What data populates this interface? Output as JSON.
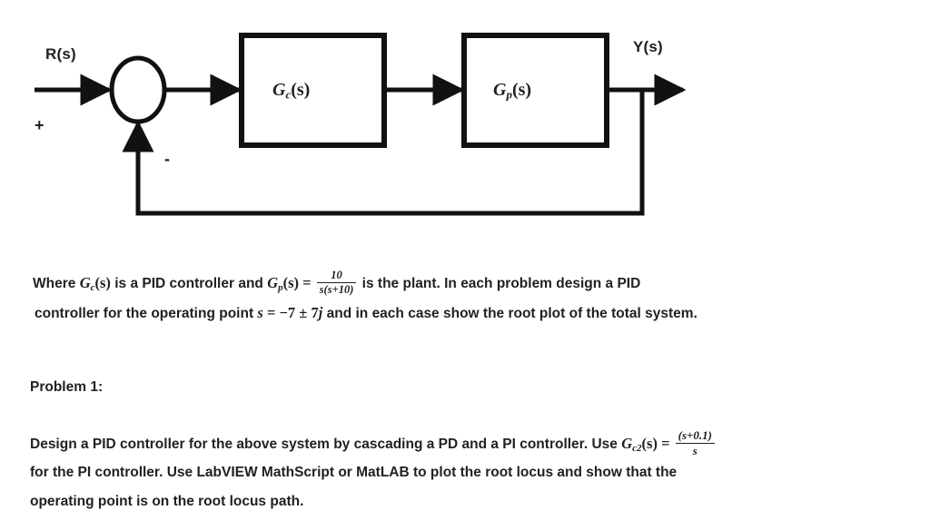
{
  "diagram": {
    "name": "feedback-control-block-diagram",
    "input_label": "R(s)",
    "output_label": "Y(s)",
    "sum_plus_sign": "+",
    "sum_minus_sign": "-",
    "blocks": [
      {
        "id": "controller",
        "label_main": "G",
        "label_sub": "c",
        "label_arg": "(s)"
      },
      {
        "id": "plant",
        "label_main": "G",
        "label_sub": "p",
        "label_arg": "(s)"
      }
    ]
  },
  "prose": {
    "where_line1": {
      "seg1": "Where ",
      "gc_main": "G",
      "gc_sub": "c",
      "gc_arg": "(s)",
      "seg2": " is a PID controller and ",
      "gp_main": "G",
      "gp_sub": "p",
      "gp_arg": "(s)",
      "equals": " = ",
      "frac_num": "10",
      "frac_den": "s(s+10)",
      "seg3": " is the plant.  In each problem design a PID"
    },
    "where_line2": {
      "seg1": "controller for the operating point ",
      "s_var": "s",
      "equals": " = ",
      "value": "−7 ± 7",
      "j_var": "j",
      "seg2": " and in each case show the root plot of the total system."
    },
    "problem_heading": "Problem 1:",
    "problem1_line1": {
      "seg1": "Design a PID controller for the above system by cascading a PD and a PI controller.  Use ",
      "gc2_main": "G",
      "gc2_sub": "c2",
      "gc2_arg": "(s)",
      "equals": " = ",
      "frac_num": "(s+0.1)",
      "frac_den": "s"
    },
    "problem1_line2": "for the PI controller.  Use LabVIEW MathScript or MatLAB to plot the root locus and show that the",
    "problem1_line3": "operating point is on the root locus path."
  },
  "colors": {
    "ink": "#231f20",
    "background": "#ffffff"
  }
}
